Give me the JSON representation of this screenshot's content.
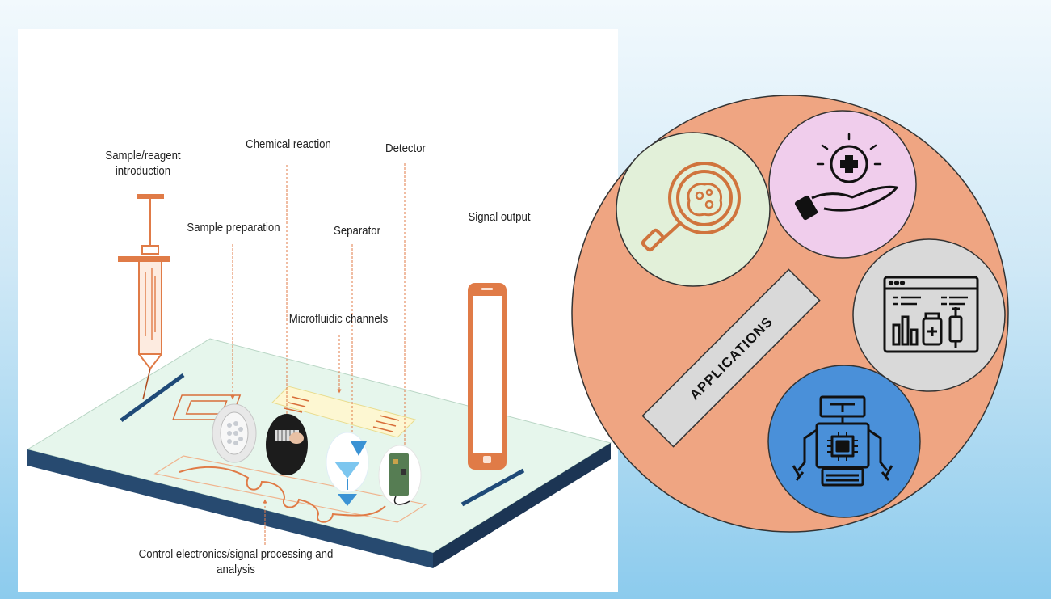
{
  "labels": {
    "sample_intro_line1": "Sample/reagent",
    "sample_intro_line2": "introduction",
    "chemical_reaction": "Chemical reaction",
    "detector": "Detector",
    "sample_preparation": "Sample preparation",
    "separator": "Separator",
    "signal_output": "Signal output",
    "microfluidic_channels": "Microfluidic channels",
    "control_line1": "Control electronics/signal processing and",
    "control_line2": "analysis"
  },
  "applications": {
    "title": "APPLICATIONS",
    "icons": [
      "microbe-magnifier-icon",
      "healthcare-hand-icon",
      "drug-analytics-icon",
      "robot-chip-icon"
    ]
  },
  "colors": {
    "outer_circle": "#efa582",
    "circle_green": "#e2f0d9",
    "circle_pink": "#f0cdec",
    "circle_gray": "#d9d9d9",
    "circle_blue": "#4a90d9",
    "chip_top": "#e6f6ec",
    "chip_side": "#1f3e61",
    "accent_orange": "#e07b47"
  }
}
